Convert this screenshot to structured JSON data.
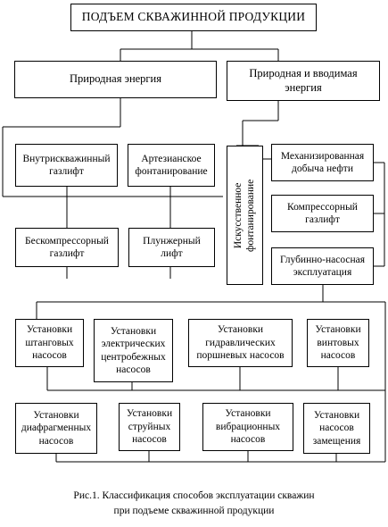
{
  "diagram": {
    "root": "ПОДЪЕМ СКВАЖИННОЙ ПРОДУКЦИИ",
    "natural_energy": "Природная энергия",
    "natural_and_input_energy": "Природная и вводимая\nэнергия",
    "downhole_gaslift": "Внутрискважинный\nгазлифт",
    "artesian_flowing": "Артезианское\nфонтанирование",
    "compressorless_gaslift": "Бескомпрессорный\nгазлифт",
    "plunger_lift": "Плунжерный\nлифт",
    "artificial_flowing": "Искусственное\nфонтанирование",
    "mechanized_production": "Механизированная\nдобыча нефти",
    "compressor_gaslift": "Компрессорный\nгазлифт",
    "deep_pump_operation": "Глубинно-насосная\nэксплуатация",
    "rod_pump_units": "Установки\nштанговых\nнасосов",
    "electric_centrifugal_units": "Установки\nэлектрических\nцентробежных\nнасосов",
    "hydraulic_piston_units": "Установки\nгидравлических\nпоршневых насосов",
    "screw_pump_units": "Установки\nвинтовых\nнасосов",
    "diaphragm_pump_units": "Установки\nдиафрагменных\nнасосов",
    "jet_pump_units": "Установки\nструйных\nнасосов",
    "vibration_pump_units": "Установки\nвибрационных\nнасосов",
    "replacement_pump_units": "Установки\nнасосов\nзамещения"
  },
  "caption": "Рис.1. Классификация  способов эксплуатации скважин\nпри подъеме скважинной продукции"
}
